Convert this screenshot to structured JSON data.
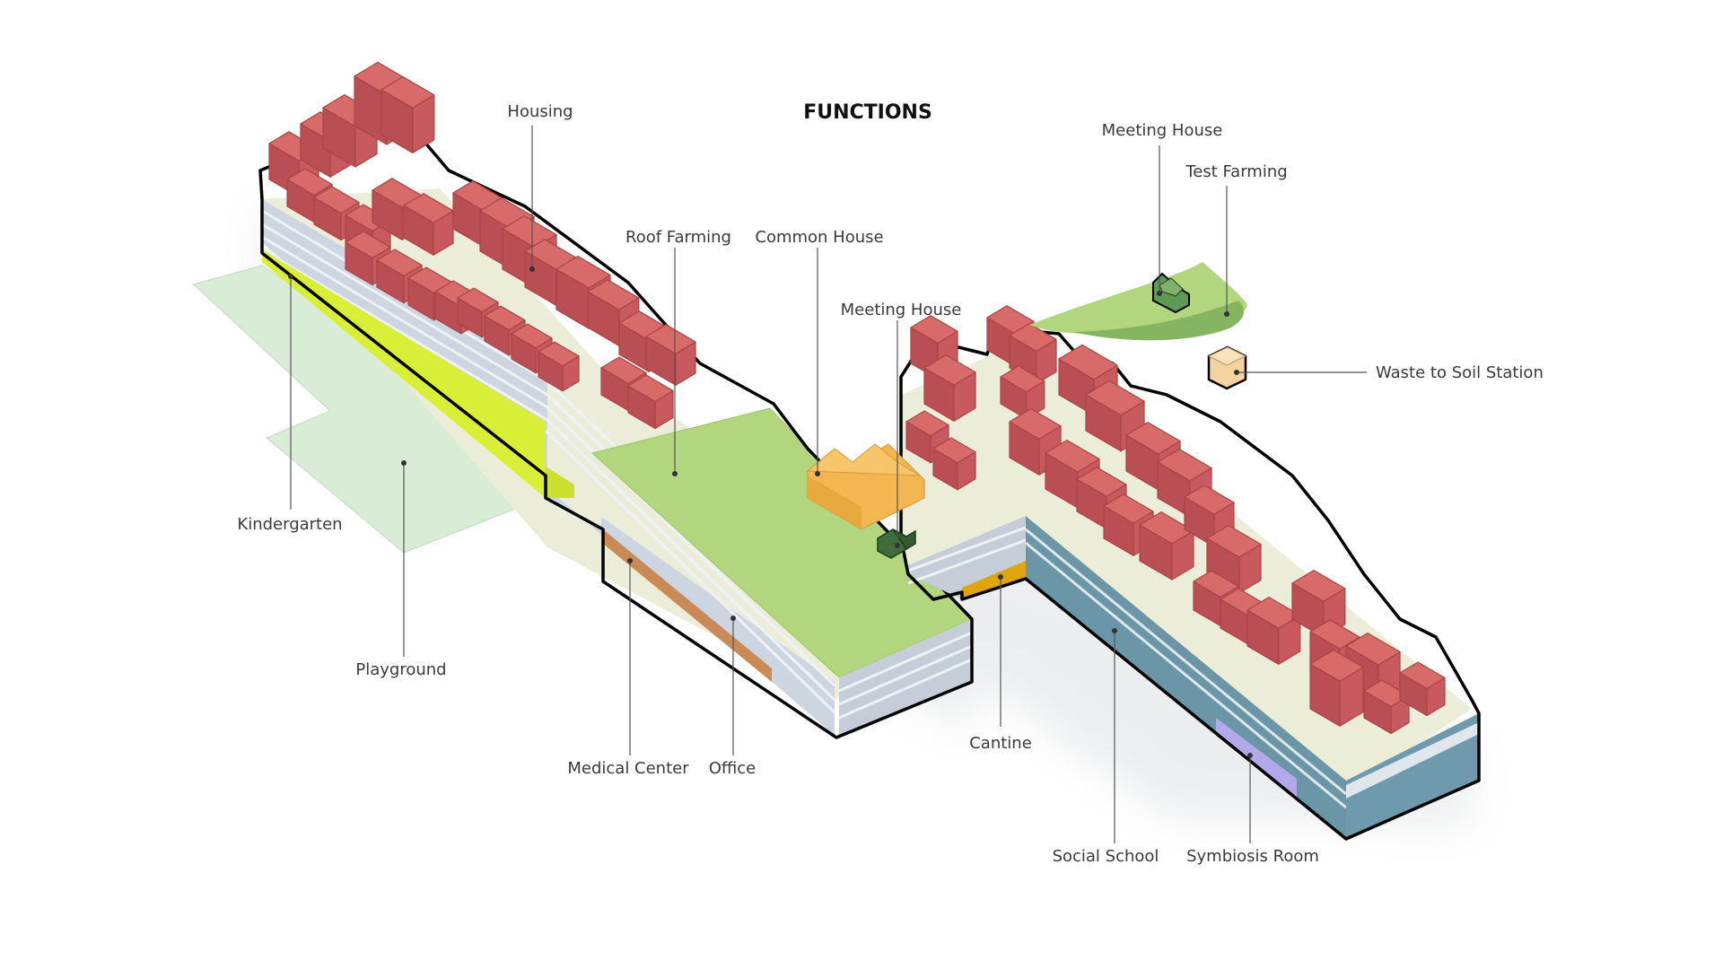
{
  "title": "FUNCTIONS",
  "labels": {
    "housing": "Housing",
    "roof_farming": "Roof Farming",
    "common_house": "Common House",
    "meeting_house_center": "Meeting House",
    "meeting_house_top": "Meeting House",
    "test_farming": "Test Farming",
    "waste_to_soil_station": "Waste to Soil Station",
    "kindergarten": "Kindergarten",
    "playground": "Playground",
    "medical_center": "Medical Center",
    "office": "Office",
    "cantine": "Cantine",
    "social_school": "Social School",
    "symbiosis_room": "Symbiosis Room"
  },
  "colors": {
    "housing": "#d96a6a",
    "roof_farming": "#b2d67d",
    "common_house": "#f4b650",
    "meeting_house": "#3f6e3a",
    "test_farming": "#a9d07a",
    "waste_to_soil_station": "#f5d3a0",
    "kindergarten": "#d9ee36",
    "playground": "#d8ecd6",
    "medical_center": "#c98a57",
    "office": "#cdd5e0",
    "cantine": "#e0a411",
    "social_school": "#6b96a8",
    "symbiosis_room": "#b3a8ea",
    "roof_deck": "#ebedd8"
  }
}
